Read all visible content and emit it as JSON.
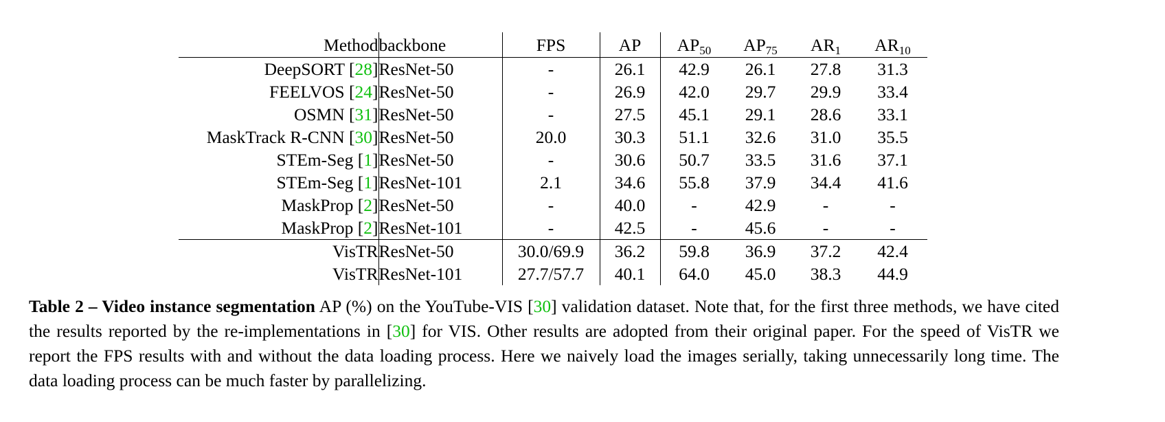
{
  "table": {
    "headers": {
      "method": "Method",
      "backbone": "backbone",
      "fps": "FPS",
      "ap": "AP",
      "ap50": {
        "base": "AP",
        "sub": "50"
      },
      "ap75": {
        "base": "AP",
        "sub": "75"
      },
      "ar1": {
        "base": "AR",
        "sub": "1"
      },
      "ar10": {
        "base": "AR",
        "sub": "10"
      }
    },
    "rows": [
      {
        "method": "DeepSORT ",
        "cite": "28",
        "backbone": "ResNet-50",
        "fps": "-",
        "ap": "26.1",
        "ap50": "42.9",
        "ap75": "26.1",
        "ar1": "27.8",
        "ar10": "31.3"
      },
      {
        "method": "FEELVOS ",
        "cite": "24",
        "backbone": "ResNet-50",
        "fps": "-",
        "ap": "26.9",
        "ap50": "42.0",
        "ap75": "29.7",
        "ar1": "29.9",
        "ar10": "33.4"
      },
      {
        "method": "OSMN ",
        "cite": "31",
        "backbone": "ResNet-50",
        "fps": "-",
        "ap": "27.5",
        "ap50": "45.1",
        "ap75": "29.1",
        "ar1": "28.6",
        "ar10": "33.1"
      },
      {
        "method": "MaskTrack R-CNN ",
        "cite": "30",
        "backbone": "ResNet-50",
        "fps": "20.0",
        "ap": "30.3",
        "ap50": "51.1",
        "ap75": "32.6",
        "ar1": "31.0",
        "ar10": "35.5"
      },
      {
        "method": "STEm-Seg ",
        "cite": "1",
        "backbone": "ResNet-50",
        "fps": "-",
        "ap": "30.6",
        "ap50": "50.7",
        "ap75": "33.5",
        "ar1": "31.6",
        "ar10": "37.1"
      },
      {
        "method": "STEm-Seg ",
        "cite": "1",
        "backbone": "ResNet-101",
        "fps": "2.1",
        "ap": "34.6",
        "ap50": "55.8",
        "ap75": "37.9",
        "ar1": "34.4",
        "ar10": "41.6"
      },
      {
        "method": "MaskProp ",
        "cite": "2",
        "backbone": "ResNet-50",
        "fps": "-",
        "ap": "40.0",
        "ap50": "-",
        "ap75": "42.9",
        "ar1": "-",
        "ar10": "-"
      },
      {
        "method": "MaskProp ",
        "cite": "2",
        "backbone": "ResNet-101",
        "fps": "-",
        "ap": "42.5",
        "ap50": "-",
        "ap75": "45.6",
        "ar1": "-",
        "ar10": "-"
      }
    ],
    "ours_rows": [
      {
        "method": "VisTR",
        "backbone": "ResNet-50",
        "fps": "30.0/69.9",
        "ap": "36.2",
        "ap50": "59.8",
        "ap75": "36.9",
        "ar1": "37.2",
        "ar10": "42.4"
      },
      {
        "method": "VisTR",
        "backbone": "ResNet-101",
        "fps": "27.7/57.7",
        "ap": "40.1",
        "ap50": "64.0",
        "ap75": "45.0",
        "ar1": "38.3",
        "ar10": "44.9"
      }
    ]
  },
  "caption": {
    "label": "Table 2",
    "dash": " – ",
    "title": "Video instance segmentation",
    "text1": " AP (%) on the YouTube-VIS [",
    "cite1": "30",
    "text2": "] validation dataset. Note that, for the first three methods, we have cited the results reported by the re-implementations in [",
    "cite2": "30",
    "text3": "] for VIS. Other results are adopted from their original paper. For the speed of VisTR we report the FPS results with and without the data loading process. Here we naively load the images serially, taking unnecessarily long time. The data loading process can be much faster by parallelizing."
  },
  "colors": {
    "citation": "#10c010",
    "text": "#000000"
  }
}
